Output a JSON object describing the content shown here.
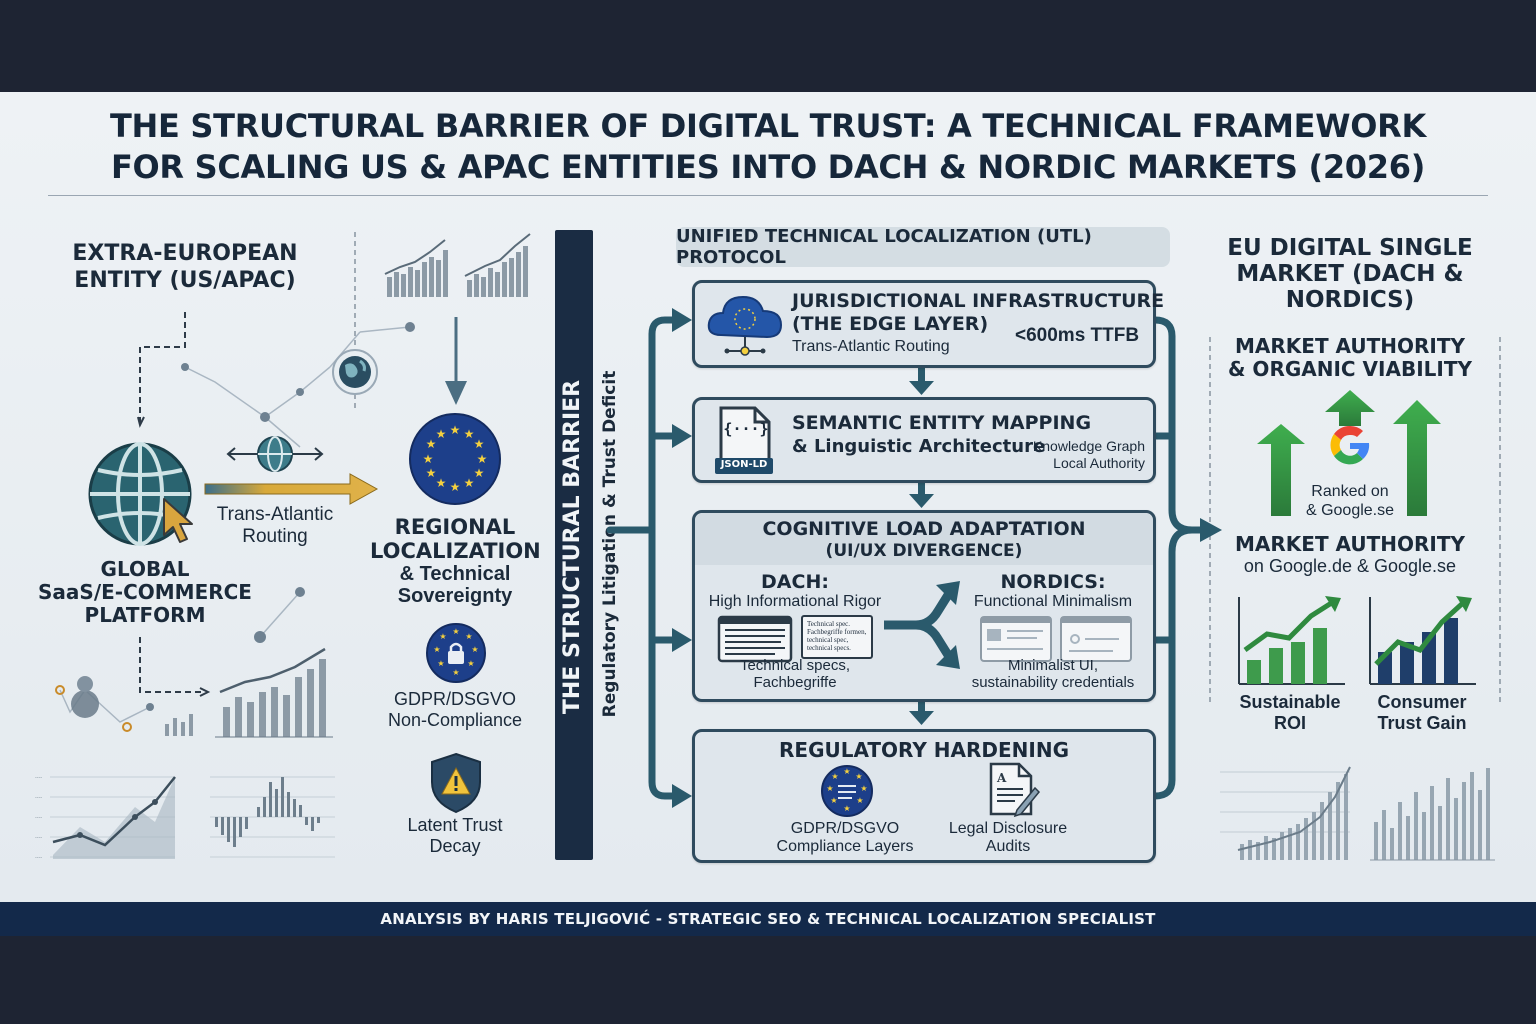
{
  "title": {
    "line1": "THE STRUCTURAL BARRIER OF DIGITAL TRUST: A TECHNICAL FRAMEWORK",
    "line2": "FOR SCALING US & APAC ENTITIES INTO DACH & NORDIC MARKETS (2026)"
  },
  "left": {
    "heading_line1": "EXTRA-EUROPEAN",
    "heading_line2": "ENTITY (US/APAC)",
    "routing_line1": "Trans-Atlantic",
    "routing_line2": "Routing",
    "platform_line1": "GLOBAL",
    "platform_line2": "SaaS/E-COMMERCE",
    "platform_line3": "PLATFORM",
    "regional_line1": "REGIONAL",
    "regional_line2": "LOCALIZATION",
    "regional_line3": "& Technical",
    "regional_line4": "Sovereignty",
    "gdpr_line1": "GDPR/DSGVO",
    "gdpr_line2": "Non-Compliance",
    "decay_line1": "Latent Trust",
    "decay_line2": "Decay"
  },
  "barrier": {
    "title": "THE STRUCTURAL BARRIER",
    "subtitle": "Regulatory Litigation & Trust Deficit"
  },
  "protocol": {
    "title": "UNIFIED TECHNICAL LOCALIZATION (UTL) PROTOCOL",
    "edge": {
      "title_line1": "JURISDICTIONAL INFRASTRUCTURE",
      "title_line2": "(THE EDGE LAYER)",
      "sub": "Trans-Atlantic Routing",
      "metric": "<600ms TTFB"
    },
    "semantic": {
      "title_line1": "SEMANTIC ENTITY MAPPING",
      "title_line2": "& Linguistic Architecture",
      "badge": "JSON-LD",
      "braces": "{···}",
      "note_line1": "Knowledge Graph",
      "note_line2": "Local Authority"
    },
    "cognitive": {
      "title_line1": "COGNITIVE LOAD ADAPTATION",
      "title_line2": "(UI/UX DIVERGENCE)",
      "dach_title": "DACH:",
      "dach_sub": "High Informational Rigor",
      "dach_doc": [
        "Technical spec.",
        "Fachbegriffe formen,",
        "technical spec,",
        "technical specs."
      ],
      "dach_caption_line1": "Technical specs,",
      "dach_caption_line2": "Fachbegriffe",
      "nordics_title": "NORDICS:",
      "nordics_sub": "Functional Minimalism",
      "nordics_caption_line1": "Minimalist UI,",
      "nordics_caption_line2": "sustainability credentials"
    },
    "regulatory": {
      "title": "REGULATORY HARDENING",
      "gdpr_line1": "GDPR/DSGVO",
      "gdpr_line2": "Compliance Layers",
      "legal_line1": "Legal Disclosure",
      "legal_line2": "Audits"
    }
  },
  "right": {
    "heading_line1": "EU DIGITAL SINGLE",
    "heading_line2": "MARKET (DACH &",
    "heading_line3": "NORDICS)",
    "authority_line1": "MARKET AUTHORITY",
    "authority_line2": "& ORGANIC VIABILITY",
    "ranked_line1": "Ranked on",
    "ranked_line2": "& Google.se",
    "market_line1": "MARKET AUTHORITY",
    "market_line2": "on Google.de & Google.se",
    "roi_line1": "Sustainable",
    "roi_line2": "ROI",
    "trust_line1": "Consumer",
    "trust_line2": "Trust Gain"
  },
  "footer": "ANALYSIS BY HARIS TELJIGOVIĆ - STRATEGIC SEO & TECHNICAL LOCALIZATION SPECIALIST",
  "colors": {
    "navy": "#1a2c43",
    "teal": "#2f4b5e",
    "eu_blue": "#1d3f8a",
    "eu_star": "#f4d03f",
    "green": "#3a9a4a",
    "gold": "#d8a93a",
    "google_blue": "#4285f4",
    "google_red": "#ea4335",
    "google_yellow": "#fbbc05",
    "google_green": "#34a853"
  },
  "icons": [
    "globe-icon",
    "cursor-icon",
    "eu-flag-icon",
    "lock-icon",
    "warning-shield-icon",
    "cloud-icon",
    "json-ld-file-icon",
    "fork-arrow-icon",
    "legal-document-icon",
    "google-logo-icon",
    "up-arrow-icon",
    "bar-chart-icon",
    "line-chart-icon"
  ]
}
